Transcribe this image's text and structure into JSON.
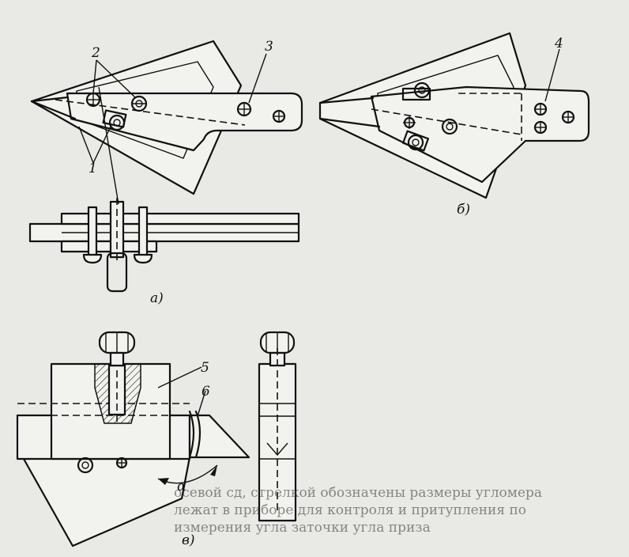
{
  "labels": {
    "callout_1": "1",
    "callout_2": "2",
    "callout_3": "3",
    "callout_4": "4",
    "callout_5": "5",
    "callout_6": "6",
    "alpha": "α",
    "view_a": "а)",
    "view_b": "б)",
    "view_v": "в)"
  },
  "background_text": {
    "line1": "осевой сд, стрелкой обозначены размеры угломера",
    "line2": "лежат в приборе для контроля и притупления по",
    "line3": "измерения угла заточки угла приза"
  },
  "colors": {
    "ink": "#111111",
    "paper": "#e9e9e6"
  }
}
